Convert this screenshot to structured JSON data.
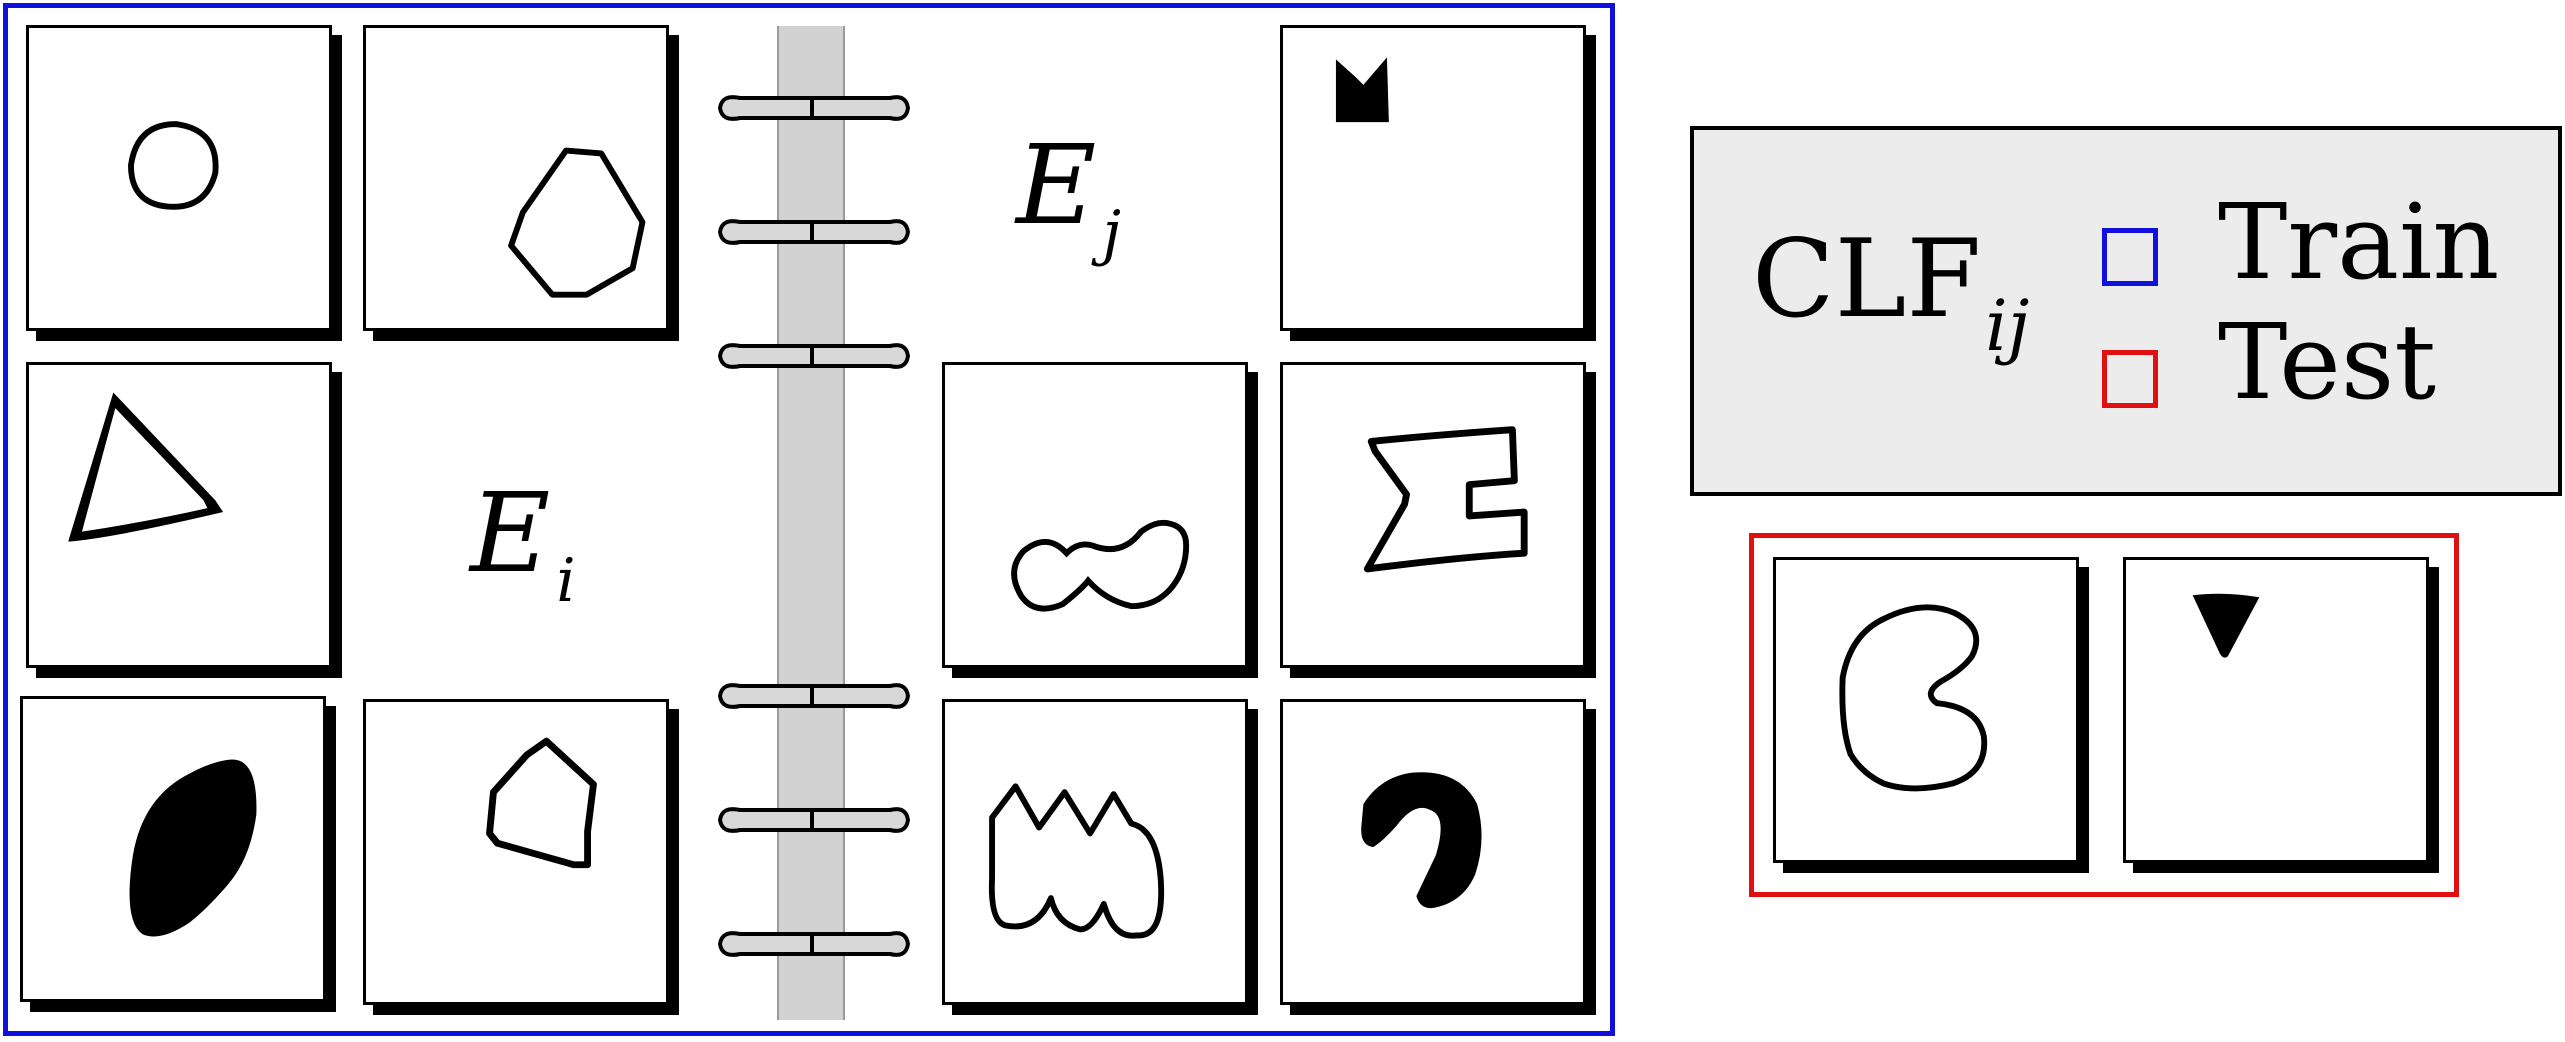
{
  "environments": {
    "left_label_main": "E",
    "left_label_sub": "i",
    "right_label_main": "E",
    "right_label_sub": "j"
  },
  "legend": {
    "classifier_main": "CLF",
    "classifier_sub": "ij",
    "train_label": "Train",
    "test_label": "Test",
    "train_color": "#1010dd",
    "test_color": "#e01010"
  },
  "train_shapes_left": [
    "circle",
    "hexagon",
    "triangle",
    "filled-oval",
    "pentagon"
  ],
  "train_shapes_right": [
    "filled-notch",
    "infinity",
    "sigma",
    "wave-cup",
    "filled-hook"
  ],
  "test_shapes": [
    "kidney",
    "filled-triangle"
  ]
}
